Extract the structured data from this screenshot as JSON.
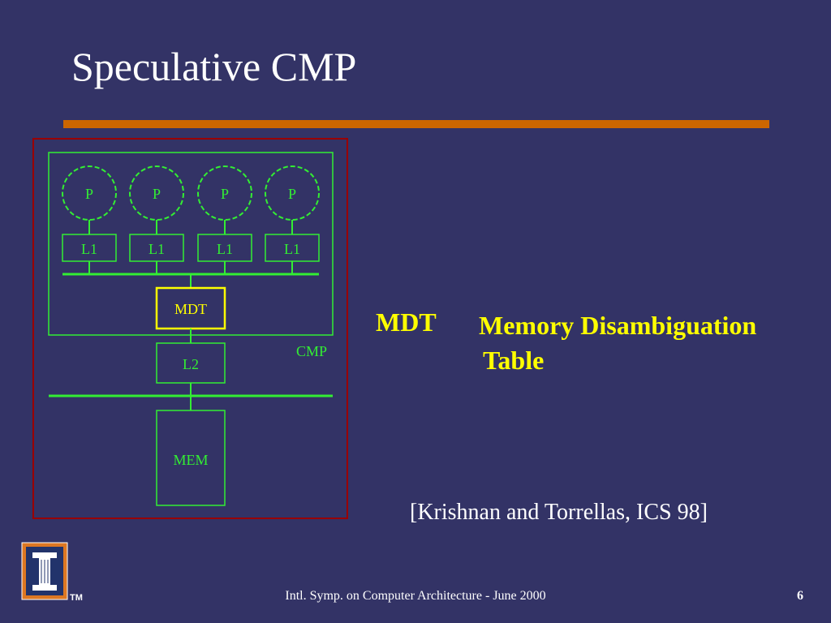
{
  "slide": {
    "title": "Speculative CMP",
    "slide_number": "6",
    "footer": "Intl. Symp. on Computer Architecture - June 2000",
    "trademark": "TM"
  },
  "diagram": {
    "processors": [
      "P",
      "P",
      "P",
      "P"
    ],
    "l1_caches": [
      "L1",
      "L1",
      "L1",
      "L1"
    ],
    "mdt": "MDT",
    "cmp": "CMP",
    "l2": "L2",
    "mem": "MEM"
  },
  "definition": {
    "term": "MDT",
    "meaning_line1": "Memory Disambiguation",
    "meaning_line2": "Table"
  },
  "citation": "[Krishnan and Torrellas, ICS 98]",
  "colors": {
    "background": "#333366",
    "accent_rule": "#cc6600",
    "diagram_green": "#33ee33",
    "highlight_yellow": "#ffff00",
    "frame_red": "#990000"
  }
}
